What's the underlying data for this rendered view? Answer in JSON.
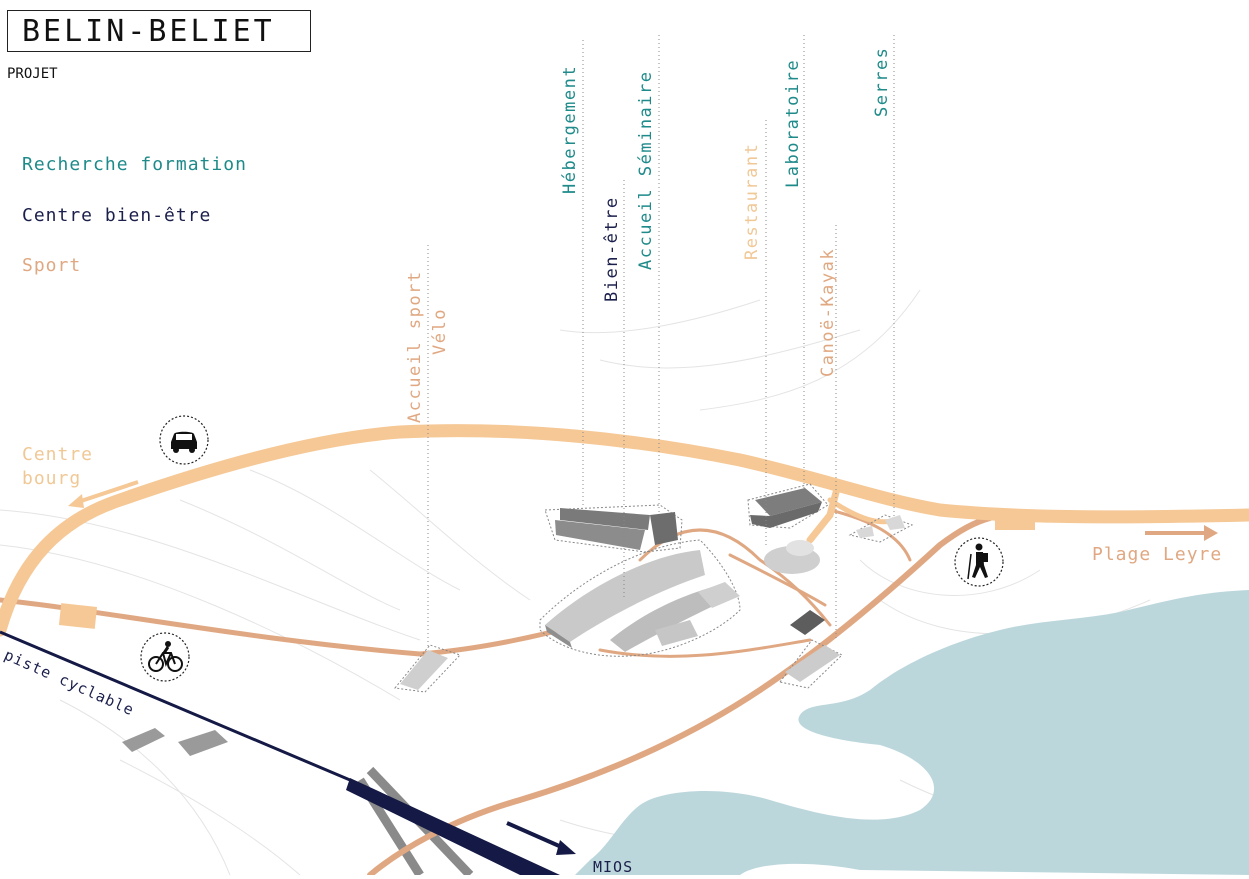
{
  "title": "BELIN-BELIET",
  "subtitle": "PROJET",
  "legend": {
    "research": "Recherche formation",
    "wellness": "Centre bien-être",
    "sport": "Sport"
  },
  "labels": {
    "hebergement": "Hébergement",
    "accueil_seminaire": "Accueil Séminaire",
    "bien_etre": "Bien-être",
    "restaurant": "Restaurant",
    "laboratoire": "Laboratoire",
    "serres": "Serres",
    "canoe_kayak": "Canoë-Kayak",
    "accueil_sport": "Accueil sport",
    "velo": "Vélo"
  },
  "directions": {
    "centre_bourg_line1": "Centre",
    "centre_bourg_line2": "bourg",
    "plage_leyre": "Plage Leyre",
    "mios": "MIOS",
    "piste_cyclable": "piste cyclable"
  },
  "icons": [
    "car-icon",
    "bicycle-icon",
    "hiker-icon"
  ],
  "colors": {
    "research": "#1e8a8a",
    "wellness": "#1b1f4b",
    "sport": "#e0a882",
    "main_road": "#f5c896",
    "water": "#bcd7dc",
    "bike_path": "#141a45"
  }
}
